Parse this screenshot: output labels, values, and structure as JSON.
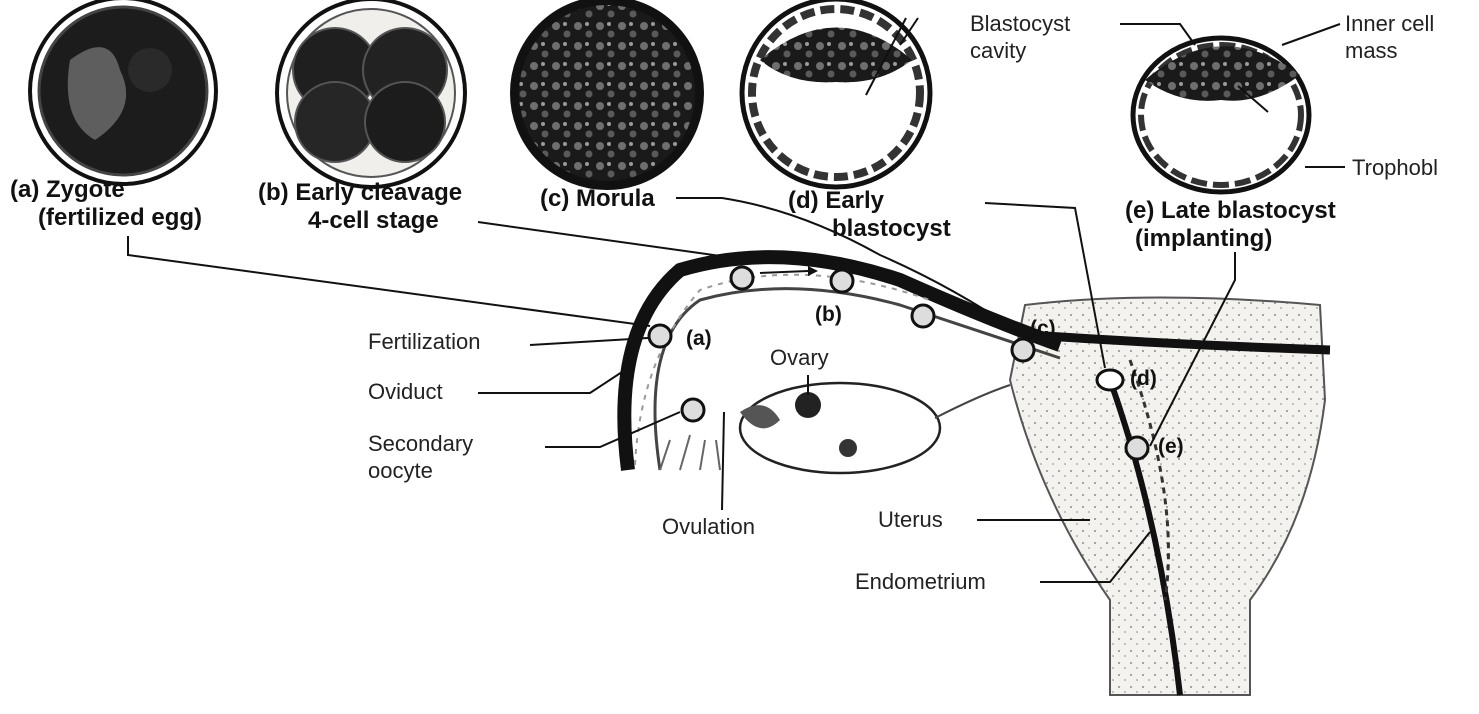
{
  "stages": {
    "a": {
      "line1": "(a) Zygote",
      "line2": "(fertilized egg)"
    },
    "b": {
      "line1": "(b) Early cleavage",
      "line2": "4-cell stage"
    },
    "c": {
      "line1": "(c) Morula"
    },
    "d": {
      "line1": "(d) Early",
      "line2": "blastocyst"
    },
    "e": {
      "line1": "(e) Late blastocyst",
      "line2": "(implanting)"
    }
  },
  "parts": {
    "blastocyst_cavity": {
      "line1": "Blastocyst",
      "line2": "cavity"
    },
    "inner_cell_mass": {
      "line1": "Inner cell",
      "line2": "mass"
    },
    "trophoblast": "Trophobl",
    "fertilization": "Fertilization",
    "oviduct": "Oviduct",
    "secondary_oocyte": {
      "line1": "Secondary",
      "line2": "oocyte"
    },
    "ovulation": "Ovulation",
    "ovary": "Ovary",
    "uterus": "Uterus",
    "endometrium": "Endometrium"
  },
  "map_labels": {
    "a": "(a)",
    "b": "(b)",
    "c": "(c)",
    "d": "(d)",
    "e": "(e)"
  },
  "colors": {
    "ink": "#111111",
    "tissue": "#e9e6e0",
    "paper": "#ffffff"
  }
}
